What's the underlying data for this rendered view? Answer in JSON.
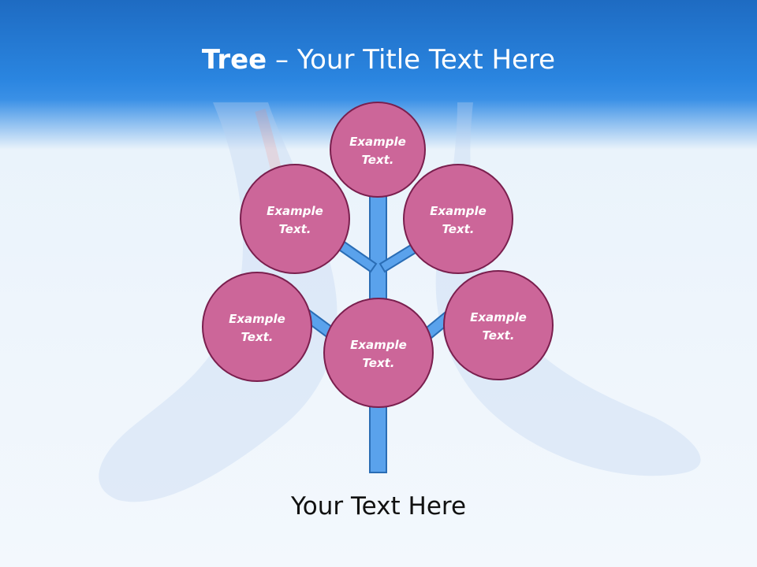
{
  "title": {
    "bold": "Tree",
    "rest": " – Your Title Text Here"
  },
  "nodes": [
    {
      "line1": "Example",
      "line2": "Text."
    },
    {
      "line1": "Example",
      "line2": "Text."
    },
    {
      "line1": "Example",
      "line2": "Text."
    },
    {
      "line1": "Example",
      "line2": "Text."
    },
    {
      "line1": "Example",
      "line2": "Text."
    },
    {
      "line1": "Example",
      "line2": "Text."
    }
  ],
  "footer": "Your Text Here",
  "colors": {
    "header": "#2a85e0",
    "node_fill": "#cc6699",
    "node_stroke": "#7a1f4e",
    "branch_fill": "#5aa2ec",
    "branch_stroke": "#2a6db5"
  }
}
